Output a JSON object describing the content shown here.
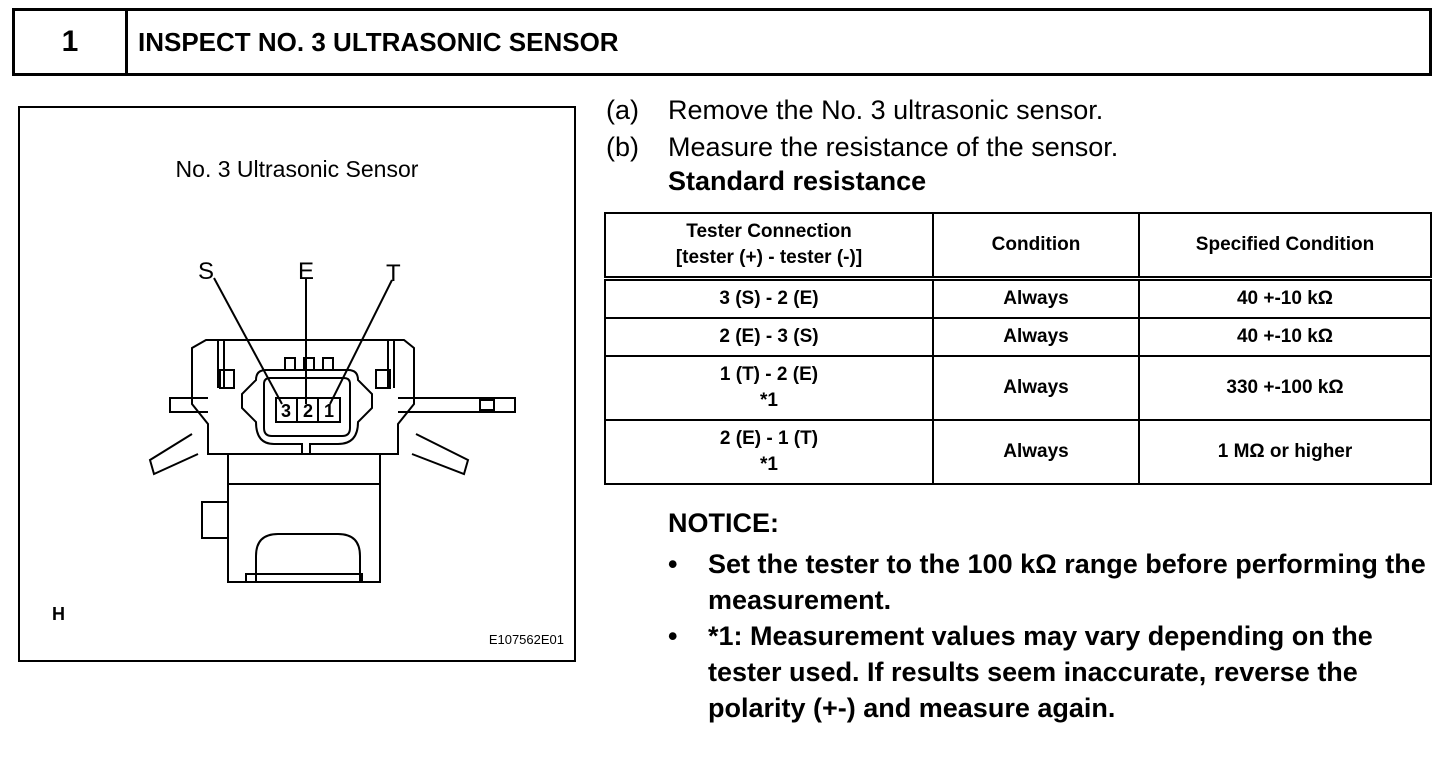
{
  "header": {
    "number": "1",
    "title": "INSPECT NO. 3 ULTRASONIC SENSOR"
  },
  "figure": {
    "title": "No. 3 Ultrasonic Sensor",
    "pins": {
      "s": "S",
      "e": "E",
      "t": "T"
    },
    "terminals": [
      "3",
      "2",
      "1"
    ],
    "corner_letter": "H",
    "code": "E107562E01"
  },
  "steps": [
    {
      "label": "(a)",
      "text": "Remove the No. 3 ultrasonic sensor."
    },
    {
      "label": "(b)",
      "text": "Measure the resistance of the sensor."
    }
  ],
  "standard_heading": "Standard resistance",
  "table": {
    "headers": [
      "Tester Connection",
      "[tester (+) - tester (-)]",
      "Condition",
      "Specified Condition"
    ],
    "rows": [
      {
        "connection": "3 (S) - 2 (E)",
        "note": "",
        "condition": "Always",
        "spec": "40 +-10 kΩ"
      },
      {
        "connection": "2 (E) - 3 (S)",
        "note": "",
        "condition": "Always",
        "spec": "40 +-10 kΩ"
      },
      {
        "connection": "1 (T) - 2 (E)",
        "note": "*1",
        "condition": "Always",
        "spec": "330 +-100 kΩ"
      },
      {
        "connection": "2 (E) - 1 (T)",
        "note": "*1",
        "condition": "Always",
        "spec": "1 MΩ or higher"
      }
    ]
  },
  "notice": {
    "heading": "NOTICE:",
    "bullet_char": "•",
    "items": [
      "Set the tester to the 100 kΩ range before performing the measurement.",
      "*1: Measurement values may vary depending on the tester used. If results seem inaccurate, reverse the polarity (+-) and measure again."
    ]
  }
}
